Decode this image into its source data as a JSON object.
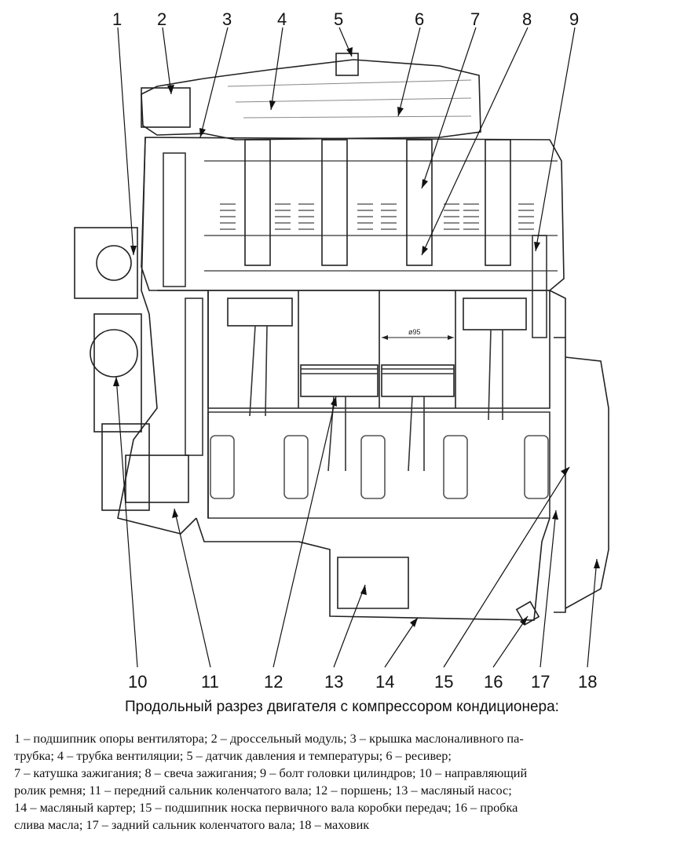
{
  "callouts": [
    "1",
    "2",
    "3",
    "4",
    "5",
    "6",
    "7",
    "8",
    "9",
    "10",
    "11",
    "12",
    "13",
    "14",
    "15",
    "16",
    "17",
    "18"
  ],
  "caption": "Продольный разрез двигателя с компрессором кондиционера:",
  "legend_lines": [
    "1 – подшипник опоры вентилятора; 2 – дроссельный модуль; 3 – крышка маслоналивного па-",
    "трубка; 4 – трубка вентиляции; 5 – датчик давления и температуры; 6 – ресивер;",
    "7 – катушка зажигания; 8 – свеча зажигания; 9 – болт головки цилиндров; 10 – направляющий",
    "ролик ремня; 11 – передний сальник коленчатого вала; 12 – поршень; 13 – масляный насос;",
    "14 – масляный картер; 15 – подшипник носка первичного вала коробки передач; 16 – пробка",
    "слива масла; 17 – задний сальник коленчатого вала; 18 – маховик"
  ],
  "dimension_label": "ø95"
}
